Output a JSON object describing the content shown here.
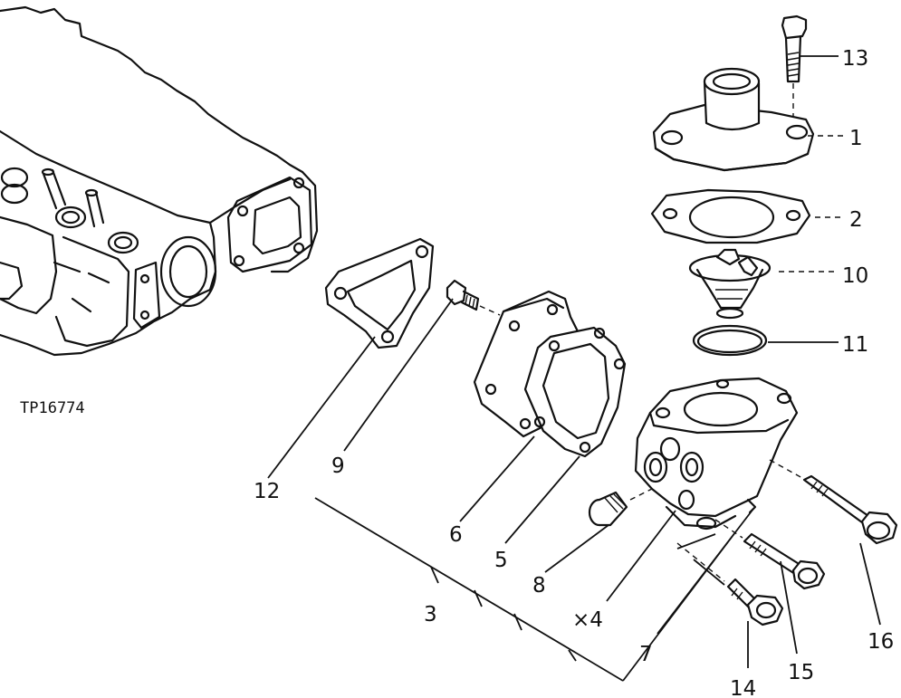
{
  "figure_id": "TP16774",
  "callouts": {
    "c1": "1",
    "c2": "2",
    "c3": "3",
    "c4": "×4",
    "c5": "5",
    "c6": "6",
    "c7": "7",
    "c8": "8",
    "c9": "9",
    "c10": "10",
    "c11": "11",
    "c12": "12",
    "c13": "13",
    "c14": "14",
    "c15": "15",
    "c16": "16"
  }
}
